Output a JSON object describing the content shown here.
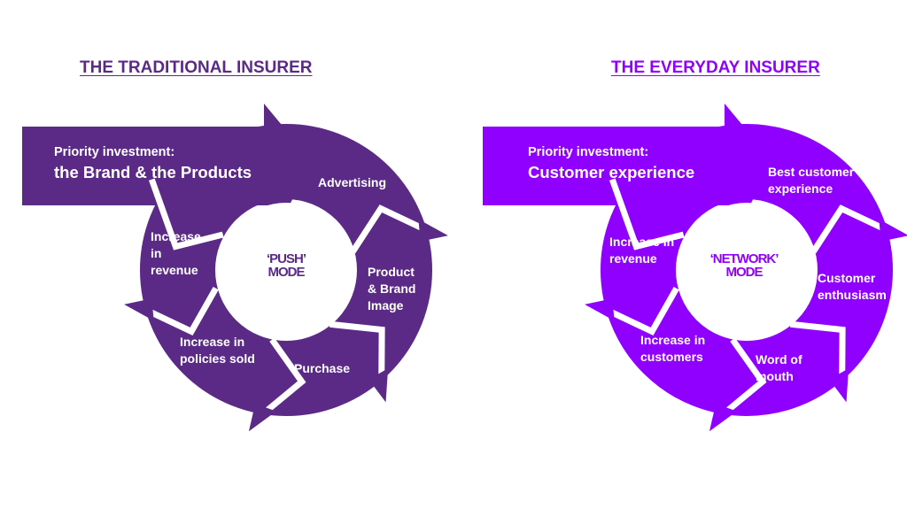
{
  "colors": {
    "traditional": "#5b2a86",
    "everyday": "#8f00ff"
  },
  "traditional": {
    "title": "THE TRADITIONAL INSURER",
    "priority_label": "Priority investment:",
    "priority_value": "the Brand & the Products",
    "mode_line1": "‘PUSH’",
    "mode_line2": "MODE",
    "steps": [
      "Advertising",
      "Product & Brand Image",
      "Purchase",
      "Increase in policies sold",
      "Increase in revenue"
    ]
  },
  "everyday": {
    "title": "THE EVERYDAY INSURER",
    "priority_label": "Priority investment:",
    "priority_value": "Customer experience",
    "mode_line1": "‘NETWORK’",
    "mode_line2": "MODE",
    "steps": [
      "Best customer experience",
      "Customer enthusiasm",
      "Word of mouth",
      "Increase in customers",
      "Increase in revenue"
    ]
  }
}
